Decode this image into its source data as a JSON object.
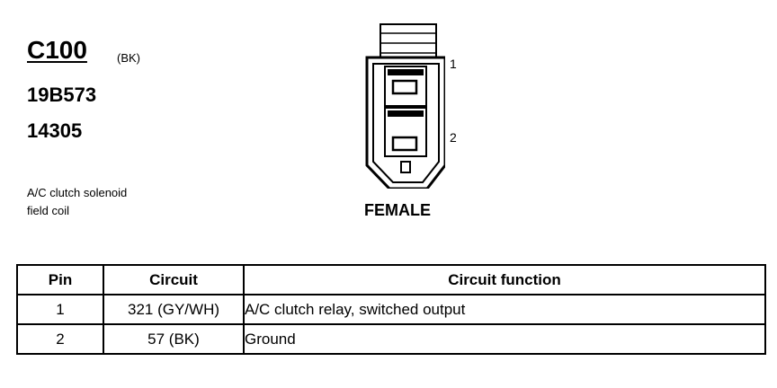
{
  "connector": {
    "id": "C100",
    "color_code": "(BK)",
    "part_numbers": [
      "19B573",
      "14305"
    ],
    "description_lines": [
      "A/C clutch solenoid",
      "field coil"
    ]
  },
  "diagram": {
    "pin_labels": [
      "1",
      "2"
    ],
    "gender": "FEMALE"
  },
  "table": {
    "headers": [
      "Pin",
      "Circuit",
      "Circuit function"
    ],
    "rows": [
      {
        "pin": "1",
        "circuit": "321 (GY/WH)",
        "function": "A/C clutch relay, switched output"
      },
      {
        "pin": "2",
        "circuit": "57 (BK)",
        "function": "Ground"
      }
    ]
  }
}
